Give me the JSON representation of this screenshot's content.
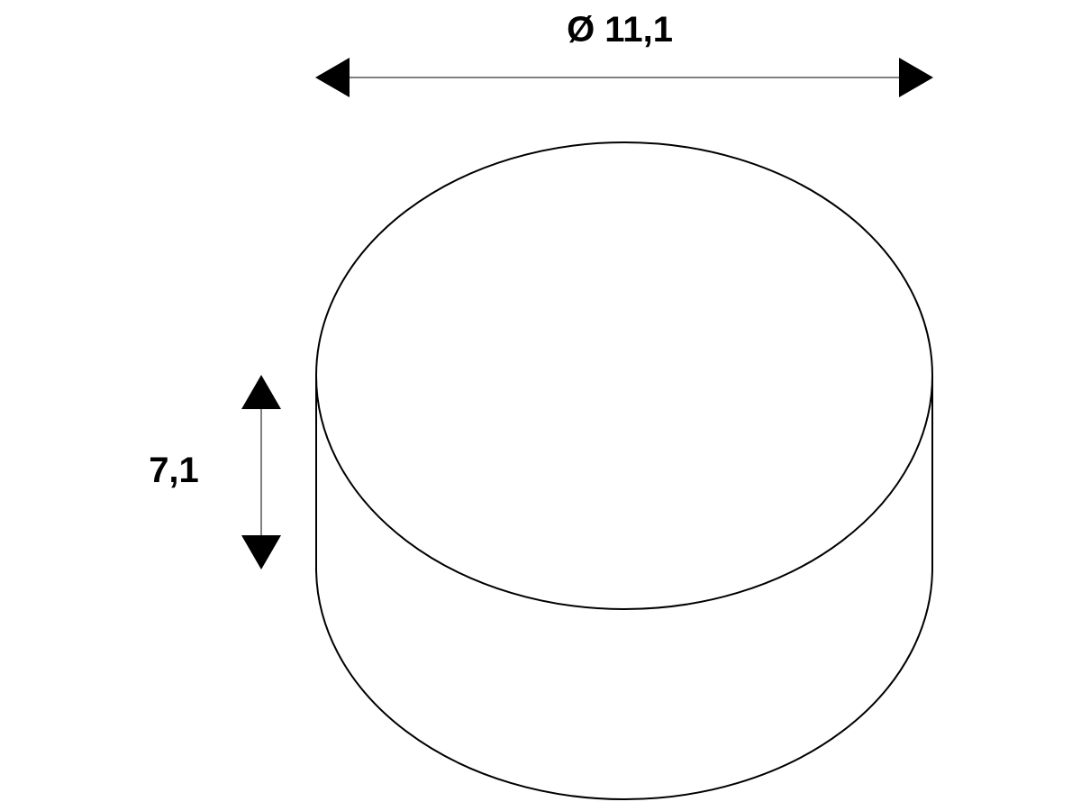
{
  "drawing": {
    "shape": "cylinder",
    "dimensions": {
      "diameter_label": "Ø 11,1",
      "height_label": "7,1"
    },
    "line_color": "#000000",
    "background_color": "#ffffff"
  }
}
